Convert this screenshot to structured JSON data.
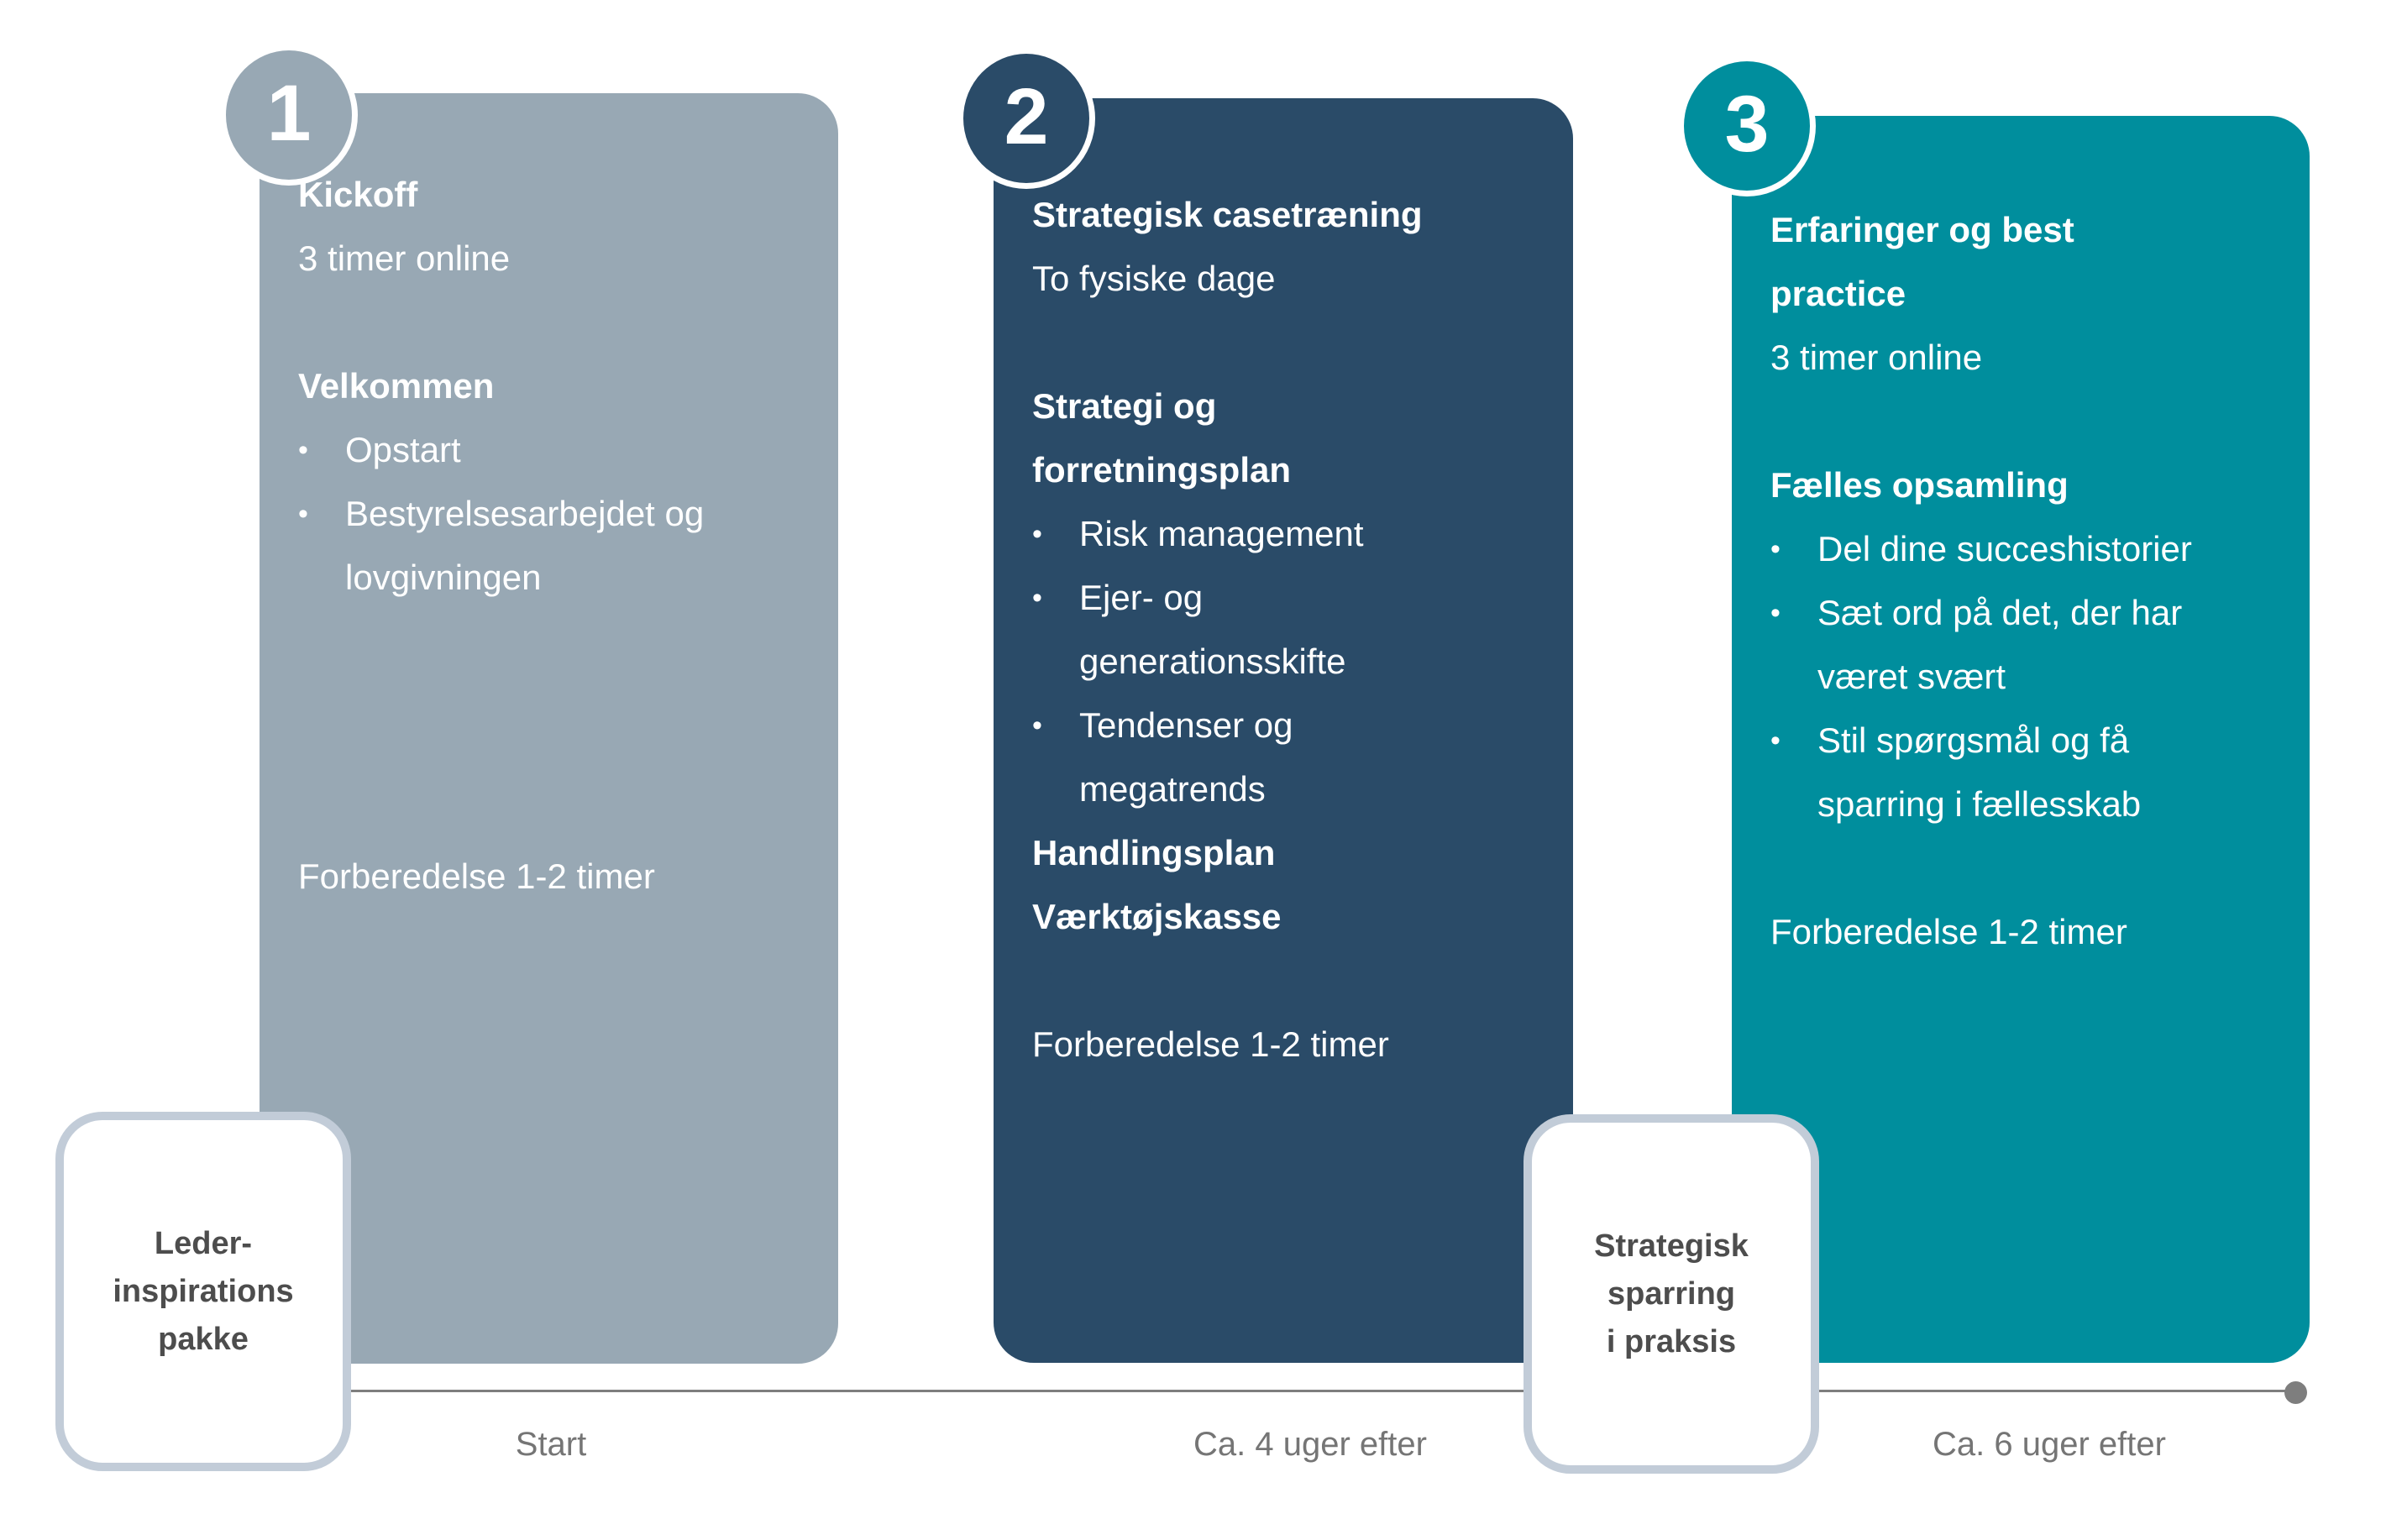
{
  "bullet_glyph": "•",
  "colors": {
    "phase1": "#98A8B4",
    "phase2": "#2A4B68",
    "phase3": "#008E9D",
    "floating_box_border": "#C2CCD8",
    "floating_box_text": "#4D4D4D",
    "timeline": "#7E7E7E",
    "timeline_label": "#757575",
    "card_text": "#FFFFFF"
  },
  "phases": [
    {
      "number": "1",
      "title": "Kickoff",
      "subtitle": "3 timer online",
      "section_heading": "Velkommen",
      "bullets": [
        "Opstart",
        "Bestyrelsesarbejdet og\nlovgivningen"
      ],
      "footer": "Forberedelse 1-2 timer",
      "timeline_label": "Start"
    },
    {
      "number": "2",
      "title": "Strategisk casetræning",
      "subtitle": "To fysiske dage",
      "section_heading": "Strategi og\nforretningsplan",
      "bullets": [
        "Risk management",
        "Ejer- og\ngenerationsskifte",
        "Tendenser og\nmegatrends"
      ],
      "bold_lines": [
        "Handlingsplan",
        "Værktøjskasse"
      ],
      "footer": "Forberedelse 1-2 timer",
      "timeline_label": "Ca. 4 uger efter"
    },
    {
      "number": "3",
      "title": "Erfaringer og best\npractice",
      "subtitle": "3 timer online",
      "section_heading": "Fælles opsamling",
      "bullets": [
        "Del dine succeshistorier",
        "Sæt ord på det, der har\nværet svært",
        "Stil spørgsmål og få\nsparring i fællesskab"
      ],
      "footer": "Forberedelse 1-2 timer",
      "timeline_label": "Ca. 6 uger efter"
    }
  ],
  "floating_boxes": [
    {
      "text": "Leder-\ninspirations\npakke"
    },
    {
      "text": "Strategisk\nsparring\ni praksis"
    }
  ]
}
